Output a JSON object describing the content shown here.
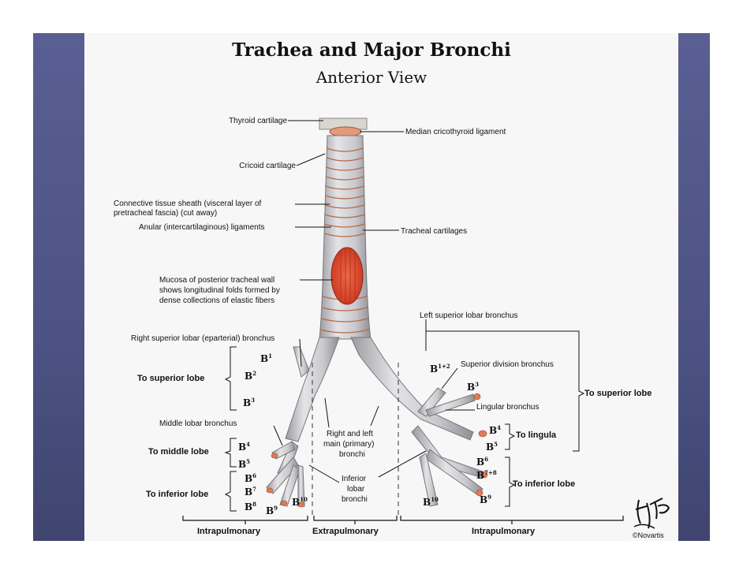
{
  "header": {
    "title": "Trachea and Major Bronchi",
    "subtitle": "Anterior View"
  },
  "labels": {
    "thyroid_cartilage": "Thyroid cartilage",
    "median_cricothyroid": "Median cricothyroid ligament",
    "cricoid_cartilage": "Cricoid cartilage",
    "connective_sheath_1": "Connective tissue sheath (visceral layer of",
    "connective_sheath_2": "pretracheal fascia) (cut away)",
    "anular_ligaments": "Anular (intercartilaginous) ligaments",
    "tracheal_cartilages": "Tracheal cartilages",
    "mucosa_1": "Mucosa of posterior tracheal wall",
    "mucosa_2": "shows longitudinal folds formed by",
    "mucosa_3": "dense collections of elastic fibers",
    "left_superior_lobar": "Left superior lobar bronchus",
    "right_superior_lobar": "Right superior lobar (eparterial) bronchus",
    "superior_division": "Superior division bronchus",
    "lingular_bronchus": "Lingular bronchus",
    "middle_lobar": "Middle lobar bronchus",
    "main_bronchi_1": "Right and left",
    "main_bronchi_2": "main (primary)",
    "main_bronchi_3": "bronchi",
    "inferior_lobar_1": "Inferior",
    "inferior_lobar_2": "lobar",
    "inferior_lobar_3": "bronchi"
  },
  "groups": {
    "right_superior": "To superior lobe",
    "right_middle": "To middle lobe",
    "right_inferior": "To inferior lobe",
    "left_superior": "To superior lobe",
    "left_lingula": "To lingula",
    "left_inferior": "To inferior lobe"
  },
  "segments": {
    "b": "B",
    "r1": "1",
    "r2": "2",
    "r3": "3",
    "r4": "4",
    "r5": "5",
    "r6": "6",
    "r7": "7",
    "r8": "8",
    "r9": "9",
    "r10": "10",
    "l12": "1+2",
    "l3": "3",
    "l4": "4",
    "l5": "5",
    "l6": "6",
    "l78": "7+8",
    "l9": "9",
    "l10": "10"
  },
  "sections": {
    "left": "Intrapulmonary",
    "center": "Extrapulmonary",
    "right": "Intrapulmonary"
  },
  "credit": {
    "signature": "F. Netter",
    "publisher": "©Novartis"
  },
  "colors": {
    "side_band": "#4c5283",
    "tissue": "#cfcfd3",
    "mucosa": "#d9442a",
    "ligament": "#c0622c"
  }
}
